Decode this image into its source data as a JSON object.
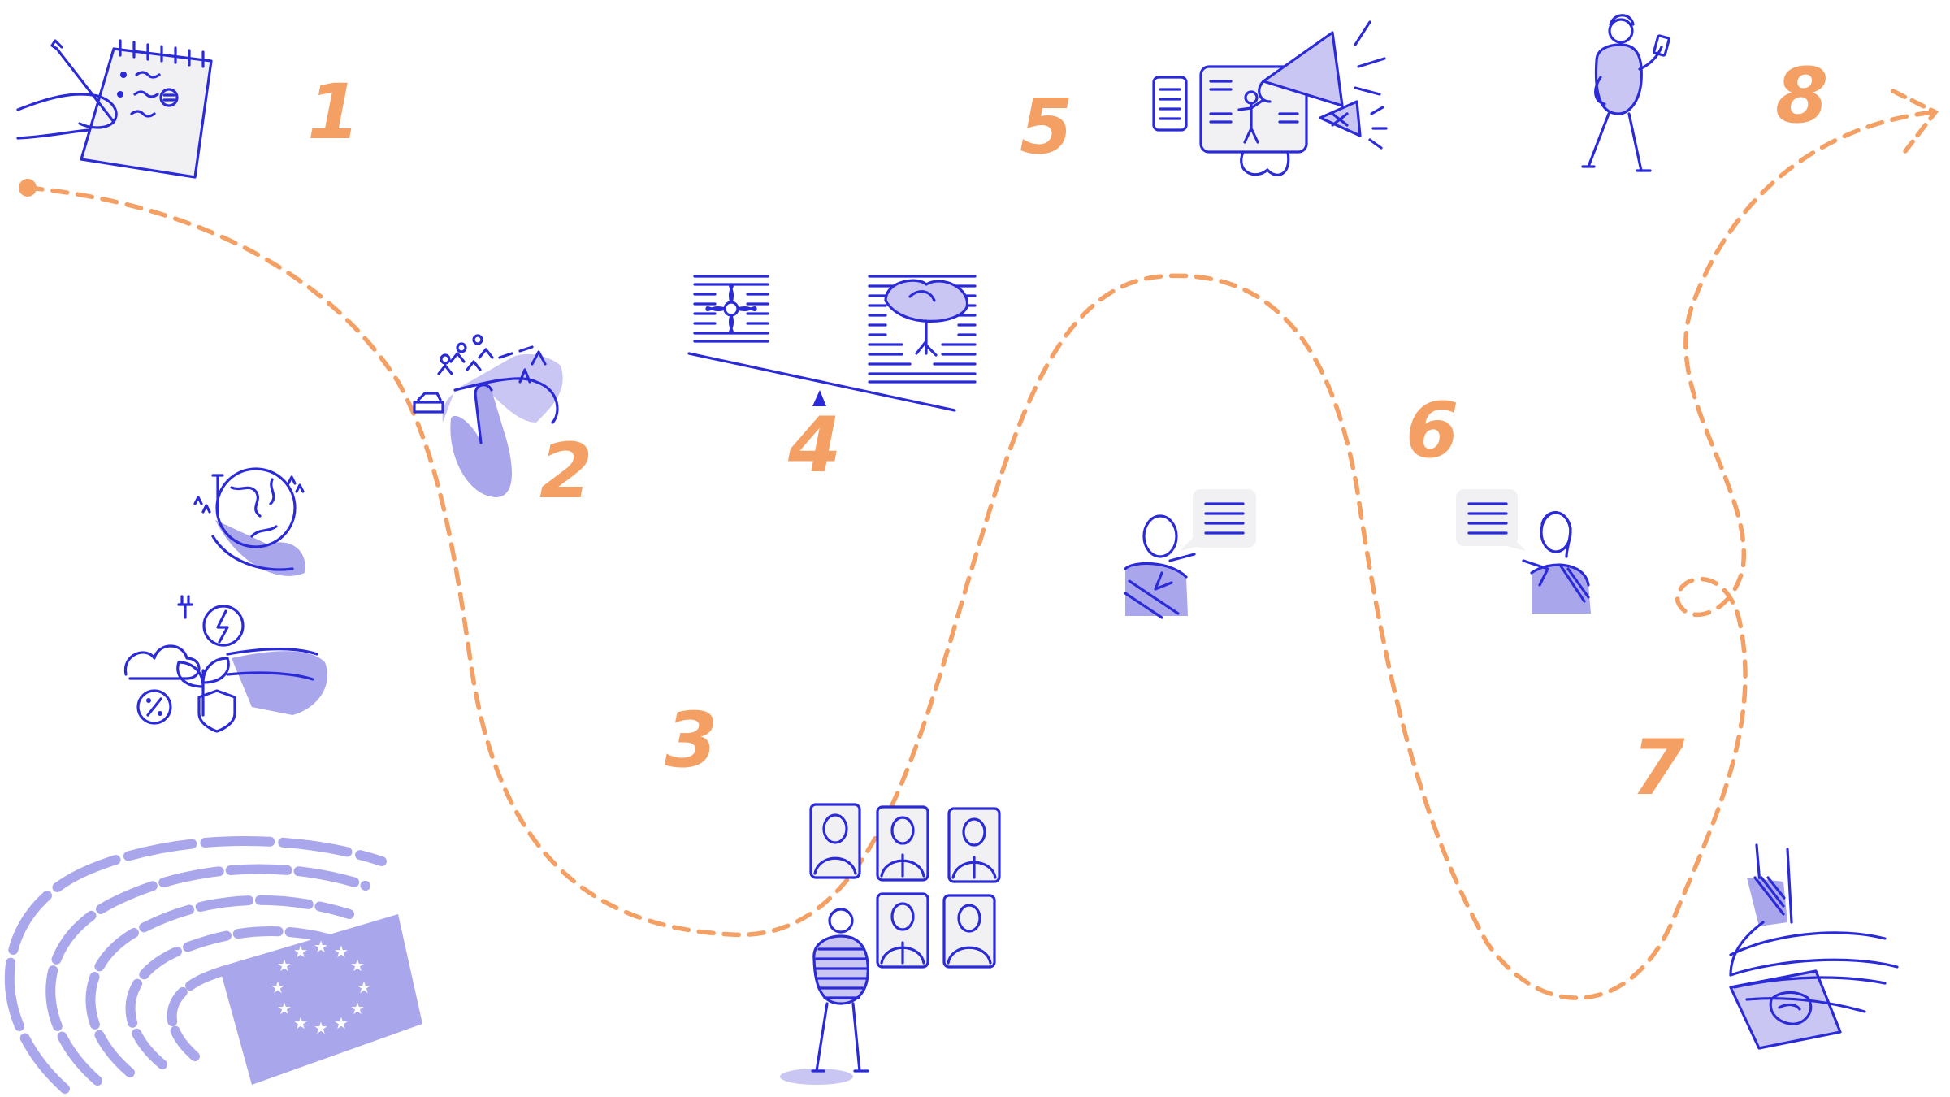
{
  "colors": {
    "path": "#f4a064",
    "ink": "#2b2ad8",
    "lavender": "#a9a6ec",
    "paper": "#f1f1f4",
    "eu_star": "#ffffff"
  },
  "steps": [
    {
      "label": "1",
      "icon": "hand-writing-notepad-icon"
    },
    {
      "label": "2",
      "icon": "finger-selecting-topics-icon"
    },
    {
      "label": "3",
      "icon": "person-viewing-candidates-icon"
    },
    {
      "label": "4",
      "icon": "balance-scale-icon"
    },
    {
      "label": "5",
      "icon": "campaign-screen-megaphone-icon"
    },
    {
      "label": "6",
      "icon": "debating-speakers-icon"
    },
    {
      "label": "7",
      "icon": "hand-casting-ballot-icon"
    },
    {
      "label": "8",
      "icon": "walking-person-phone-icon"
    }
  ],
  "decorations": [
    "globe-hands-icon",
    "energy-plant-shield-icon",
    "parliament-hemicycle-icon",
    "eu-flag-icon"
  ]
}
